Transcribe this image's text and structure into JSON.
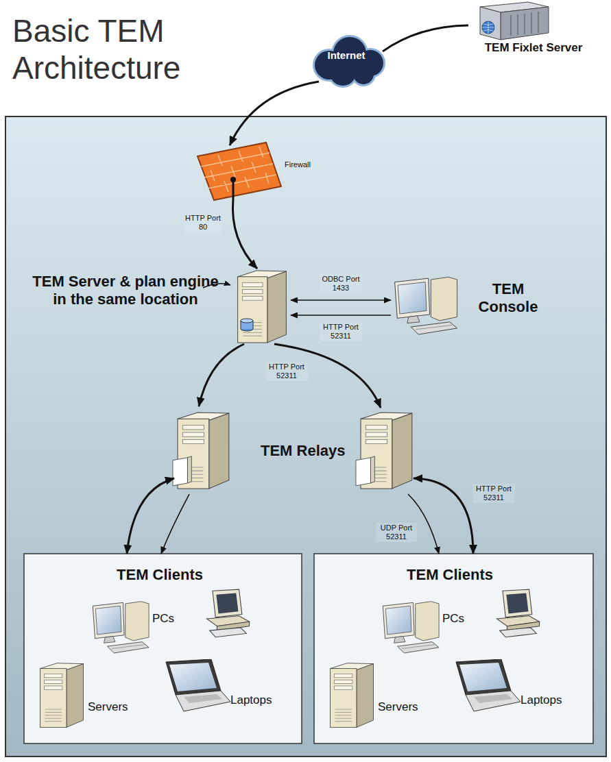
{
  "diagram": {
    "title": "Basic TEM Architecture",
    "nodes": [
      {
        "text": [
          "Internet"
        ]
      },
      {
        "text": [
          "TEM Fixlet Server"
        ]
      },
      {
        "text": [
          "Firewall"
        ]
      },
      {
        "text": []
      },
      {
        "text": [
          "TEM Console"
        ]
      },
      {
        "text": [
          "TEM Relays"
        ]
      },
      {
        "text": []
      },
      {
        "text": [
          "TEM Clients"
        ]
      },
      {
        "text": [
          "TEM Clients"
        ]
      }
    ],
    "edges": [
      {
        "from": 1,
        "to": 0,
        "arrow": "none"
      },
      {
        "from": 0,
        "to": 2,
        "arrow": "to"
      },
      {
        "from": 2,
        "to": 3,
        "label": "HTTP Port 80",
        "arrow": "to"
      },
      {
        "from": 3,
        "to": 4,
        "label": "ODBC Port 1433",
        "arrow": "both"
      },
      {
        "from": 4,
        "to": 3,
        "label": "HTTP Port 52311",
        "arrow": "to"
      },
      {
        "from": 3,
        "to": 5,
        "label": "HTTP Port 52311",
        "arrow": "to"
      },
      {
        "from": 3,
        "to": 6,
        "arrow": "to"
      },
      {
        "from": 5,
        "to": 7,
        "arrow": "both"
      },
      {
        "from": 5,
        "to": 7,
        "arrow": "to"
      },
      {
        "from": 6,
        "to": 8,
        "label": "UDP Port 52311",
        "arrow": "to"
      },
      {
        "from": 6,
        "to": 8,
        "label": "HTTP Port 52311",
        "arrow": "both"
      }
    ],
    "labels": [
      "TEM Server & plan engine in the same location",
      "PCs",
      "Servers",
      "Laptops",
      "PCs",
      "Servers",
      "Laptops"
    ]
  }
}
